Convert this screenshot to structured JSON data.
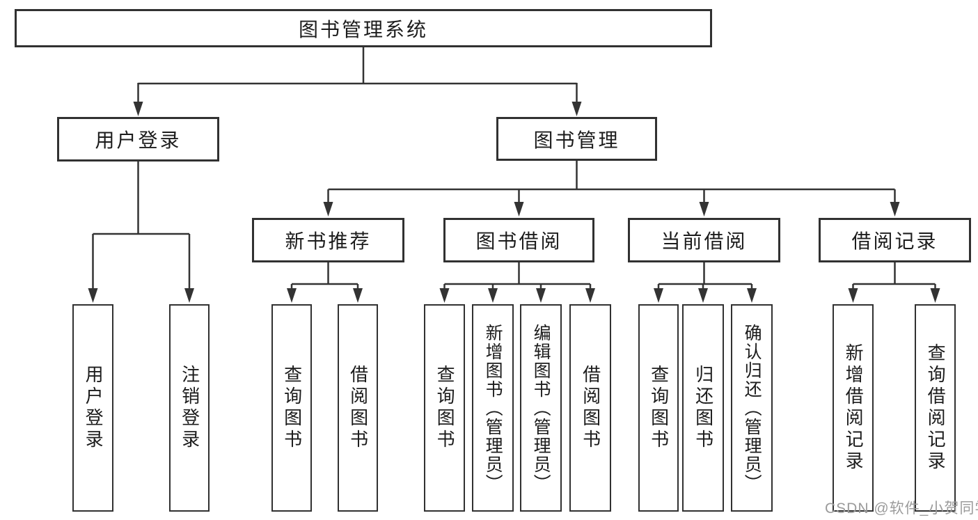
{
  "diagram": {
    "title_node": {
      "label": "图书管理系统"
    },
    "level2": [
      {
        "id": "user-login",
        "label": "用户登录"
      },
      {
        "id": "book-management",
        "label": "图书管理"
      }
    ],
    "level3": [
      {
        "id": "new-book-recommend",
        "label": "新书推荐"
      },
      {
        "id": "book-borrow",
        "label": "图书借阅"
      },
      {
        "id": "current-borrow",
        "label": "当前借阅"
      },
      {
        "id": "borrow-records",
        "label": "借阅记录"
      }
    ],
    "leaves": {
      "user_login": [
        "用户登录",
        "注销登录"
      ],
      "new_books": [
        "查询图书",
        "借阅图书"
      ],
      "book_borrow": [
        "查询图书",
        "新增图书（管理员）",
        "编辑图书（管理员）",
        "借阅图书"
      ],
      "current_borrow": [
        "查询图书",
        "归还图书",
        "确认归还（管理员）"
      ],
      "records": [
        "新增借阅记录",
        "查询借阅记录"
      ]
    },
    "watermark": "CSDN @软件_小贺同学",
    "colors": {
      "line": "#333333",
      "border": "#313131",
      "text": "#1c1c1c",
      "watermark": "#9b9b9b",
      "background": "#ffffff"
    }
  }
}
